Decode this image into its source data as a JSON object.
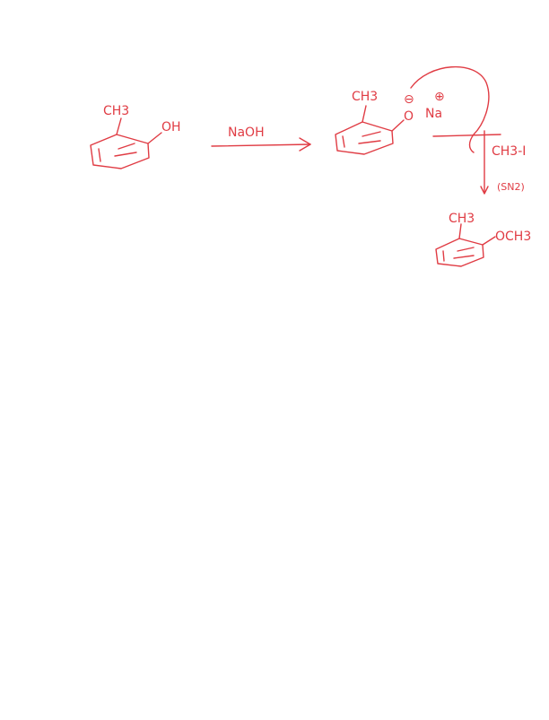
{
  "ink_color": "#e03c44",
  "reactant": {
    "ch3": "CH3",
    "oh": "OH"
  },
  "reagent": {
    "label": "NaOH"
  },
  "intermediate": {
    "ch3": "CH3",
    "oxygen": "O",
    "minus": "⊖",
    "plus": "⊕",
    "sodium": "Na"
  },
  "step2": {
    "reagent": "CH3-I",
    "mechanism": "(SN2)"
  },
  "product": {
    "ch3": "CH3",
    "och3": "OCH3"
  }
}
